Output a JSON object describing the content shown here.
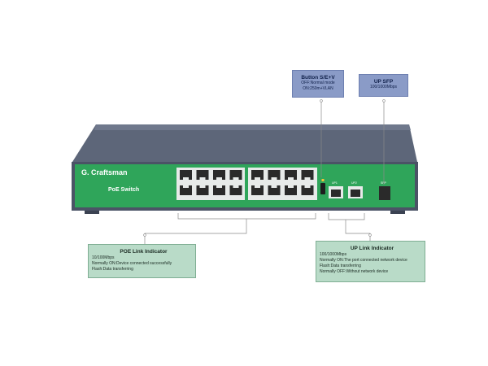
{
  "device": {
    "brand": "G. Craftsman",
    "model": "PoE Switch",
    "sfp_port_label": "SFP",
    "uplink_labels": [
      "UP1",
      "UP2"
    ],
    "color_body_top": "#5b6478",
    "color_front_panel": "#2fa55a"
  },
  "callouts": {
    "button": {
      "title": "Button S/E+V",
      "lines": [
        "OFF:Normal mode",
        "ON:250m+VLAN"
      ]
    },
    "up_sfp": {
      "title": "UP SFP",
      "lines": [
        "100/1000Mbps"
      ]
    },
    "poe_link": {
      "title": "POE Link Indicator",
      "lines": [
        "10/100Mbps",
        "Normally ON:Device connected successfully",
        "Flash:Data transferring"
      ]
    },
    "up_link": {
      "title": "UP Link Indicator",
      "lines": [
        "100/1000Mbps",
        "Normally ON:The port connected network device",
        "Flash:Data transferring",
        "Normally OFF:Without network device"
      ]
    }
  }
}
